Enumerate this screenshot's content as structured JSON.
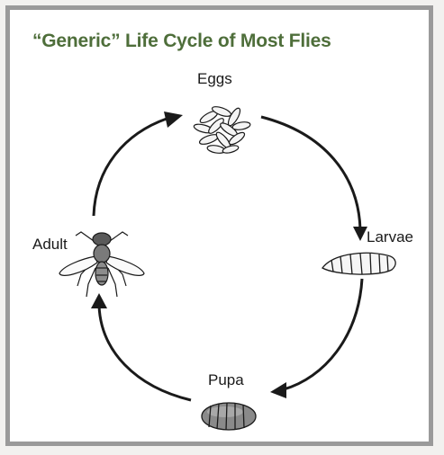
{
  "title": "“Generic” Life Cycle of Most Flies",
  "stages": {
    "eggs": "Eggs",
    "larvae": "Larvae",
    "pupa": "Pupa",
    "adult": "Adult"
  },
  "colors": {
    "title": "#4e6e3a",
    "frame": "#9a9a9a",
    "arrow": "#1a1a1a"
  },
  "icons": [
    "eggs-icon",
    "larva-icon",
    "pupa-icon",
    "fly-icon"
  ]
}
